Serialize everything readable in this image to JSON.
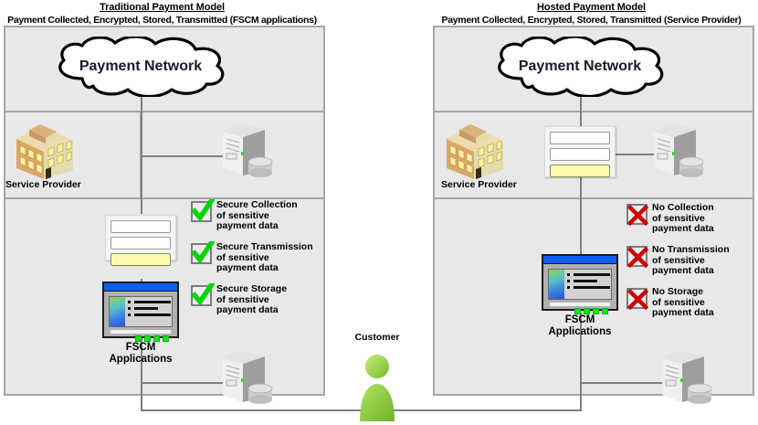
{
  "models": [
    {
      "id": "traditional",
      "title": "Traditional Payment Model",
      "subtitle": "Payment Collected, Encrypted, Stored, Transmitted (FSCM applications)",
      "cloud_label": "Payment Network",
      "service_provider_label": "Service Provider",
      "fscm_label_line1": "FSCM",
      "fscm_label_line2": "Applications",
      "status_items": [
        {
          "icon": "check-icon",
          "line1": "Secure Collection",
          "line2": "of sensitive",
          "line3": "payment data"
        },
        {
          "icon": "check-icon",
          "line1": "Secure Transmission",
          "line2": "of sensitive",
          "line3": "payment data"
        },
        {
          "icon": "check-icon",
          "line1": "Secure Storage",
          "line2": "of sensitive",
          "line3": "payment data"
        }
      ]
    },
    {
      "id": "hosted",
      "title": "Hosted Payment Model",
      "subtitle": "Payment Collected, Encrypted, Stored, Transmitted (Service Provider)",
      "cloud_label": "Payment Network",
      "service_provider_label": "Service Provider",
      "fscm_label_line1": "FSCM",
      "fscm_label_line2": "Applications",
      "status_items": [
        {
          "icon": "cross-icon",
          "line1": "No Collection",
          "line2": "of sensitive",
          "line3": "payment data"
        },
        {
          "icon": "cross-icon",
          "line1": "No Transmission",
          "line2": "of sensitive",
          "line3": "payment data"
        },
        {
          "icon": "cross-icon",
          "line1": "No Storage",
          "line2": "of sensitive",
          "line3": "payment data"
        }
      ]
    }
  ],
  "customer": {
    "label": "Customer"
  },
  "colors": {
    "panel_fill": "#e8e8e8",
    "panel_border": "#a6a6a6",
    "check_green": "#00d400",
    "cross_red": "#cc0000",
    "form_highlight": "#fdfaae",
    "monitor_titlebar": "#0b5ff0",
    "customer_green": "#8ccc3f",
    "connector_gray": "#808080"
  }
}
